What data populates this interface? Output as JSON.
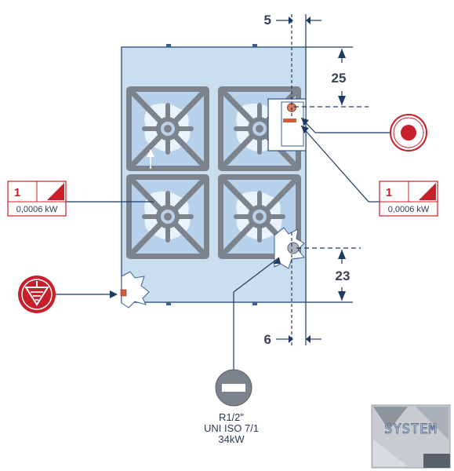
{
  "dimensions": {
    "top_gap": "5",
    "top_height": "25",
    "bottom_height": "23",
    "bottom_gap": "6"
  },
  "electric_left": {
    "phase": "1",
    "power": "0,0006 kW"
  },
  "electric_right": {
    "phase": "1",
    "power": "0,0006 kW"
  },
  "gas_connection": {
    "thread": "R1/2\"",
    "standard": "UNI ISO 7/1",
    "power": "34kW"
  },
  "logo": {
    "text": "SYSTEM"
  },
  "colors": {
    "appliance_fill": "#c9deef",
    "appliance_stroke": "#3f5f8f",
    "grate": "#7d838d",
    "accent_red": "#c8202a",
    "line": "#1f3a60"
  }
}
